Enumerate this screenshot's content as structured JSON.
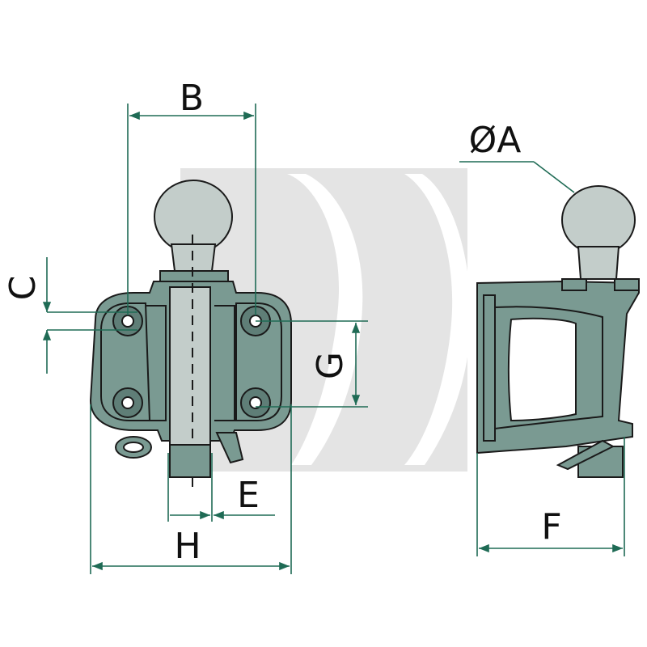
{
  "labels": {
    "A": "ØA",
    "B": "B",
    "C": "C",
    "E": "E",
    "F": "F",
    "G": "G",
    "H": "H"
  },
  "colors": {
    "body": "#7a9a92",
    "body_dark": "#5f7e77",
    "ball": "#c3cdca",
    "dimension": "#1f6b55",
    "watermark": "#e4e4e4",
    "outline": "#1a1a1a"
  }
}
